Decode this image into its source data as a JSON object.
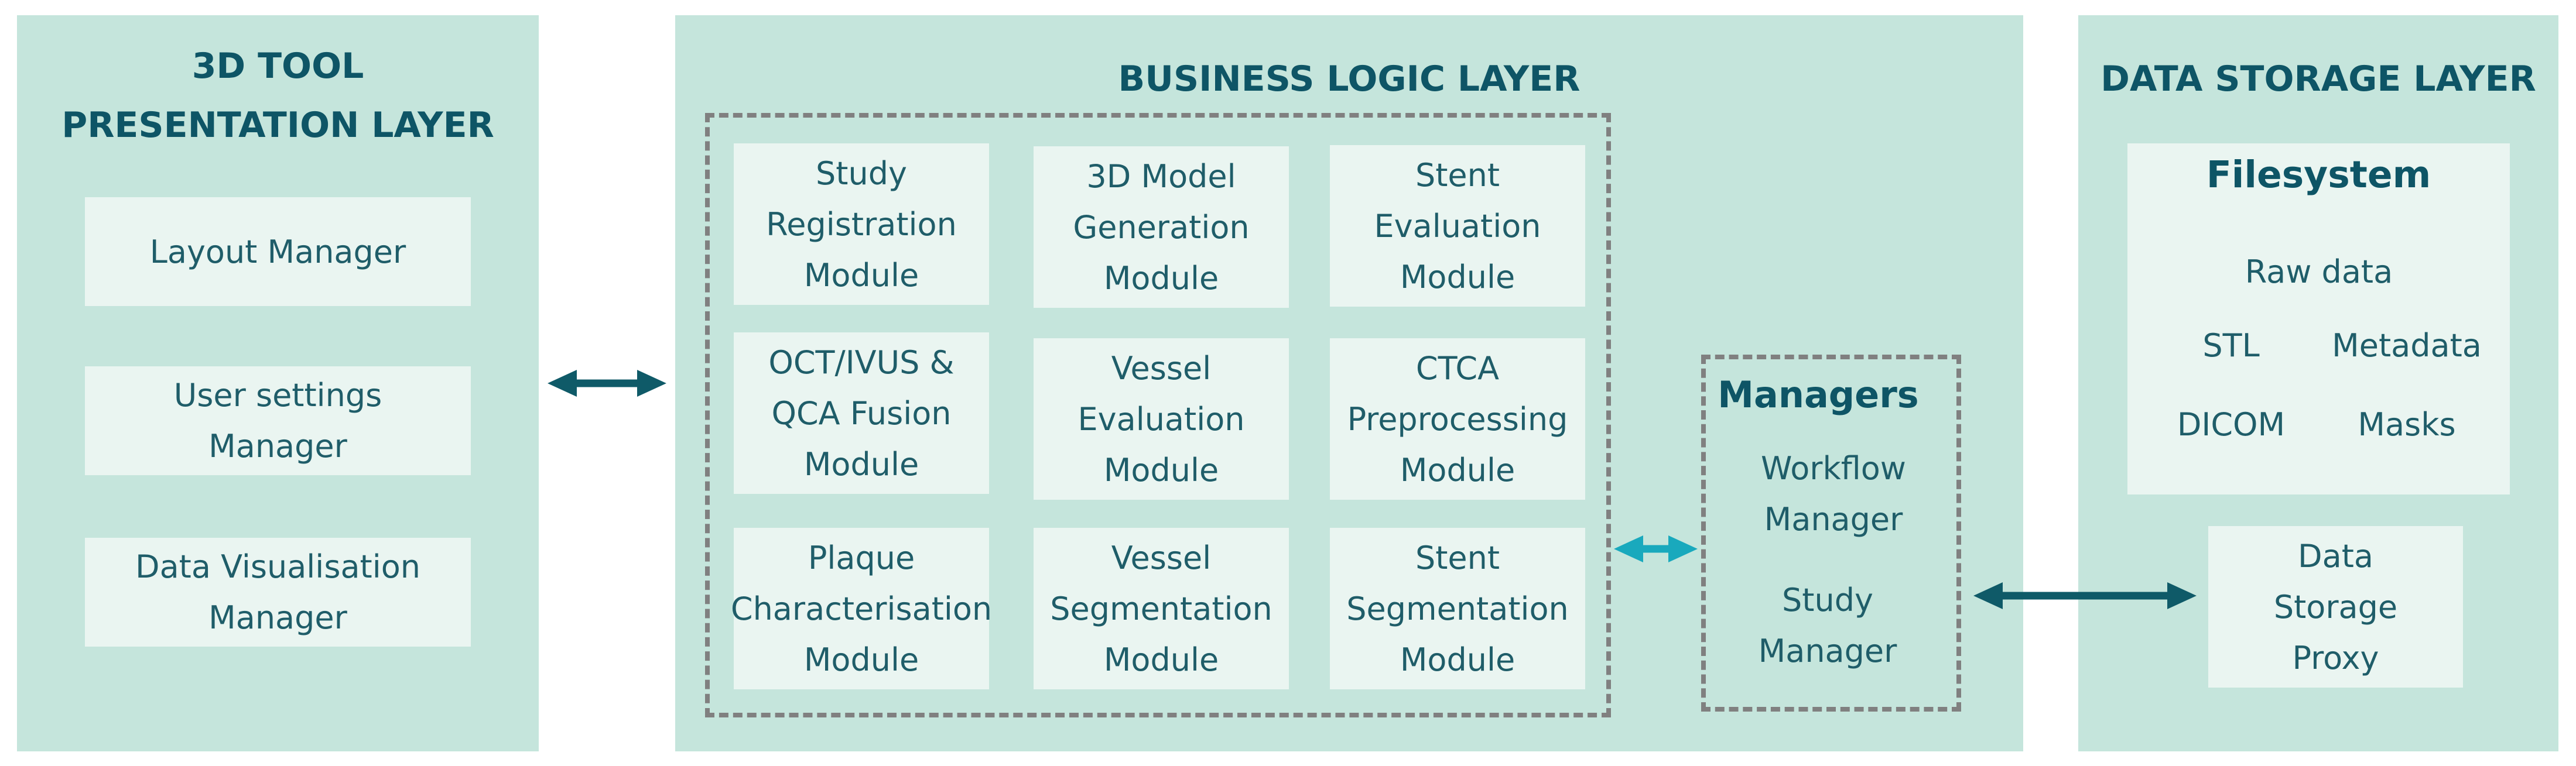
{
  "presentation_layer": {
    "title": "3D TOOL\nPRESENTATION LAYER",
    "items": [
      "Layout Manager",
      "User settings\nManager",
      "Data Visualisation\nManager"
    ]
  },
  "business_layer": {
    "title": "BUSINESS LOGIC LAYER",
    "modules": [
      "Study\nRegistration\nModule",
      "3D Model\nGeneration\nModule",
      "Stent\nEvaluation\nModule",
      "OCT/IVUS &\nQCA Fusion\nModule",
      "Vessel\nEvaluation\nModule",
      "CTCA\nPreprocessing\nModule",
      "Plaque\nCharacterisation\nModule",
      "Vessel\nSegmentation\nModule",
      "Stent\nSegmentation\nModule"
    ],
    "managers": {
      "title": "Managers",
      "items": [
        "Workflow\nManager",
        "Study\nManager"
      ]
    }
  },
  "storage_layer": {
    "title": "DATA STORAGE LAYER",
    "filesystem": {
      "title": "Filesystem",
      "raw": "Raw data",
      "stl": "STL",
      "metadata": "Metadata",
      "dicom": "DICOM",
      "masks": "Masks"
    },
    "proxy": "Data\nStorage\nProxy"
  },
  "colors": {
    "panel": "#c5e5dc",
    "box": "#eaf5f1",
    "heading": "#0e5566",
    "arrow_dark": "#0f5a68",
    "arrow_light": "#19a9bd",
    "dashed": "#808080"
  }
}
